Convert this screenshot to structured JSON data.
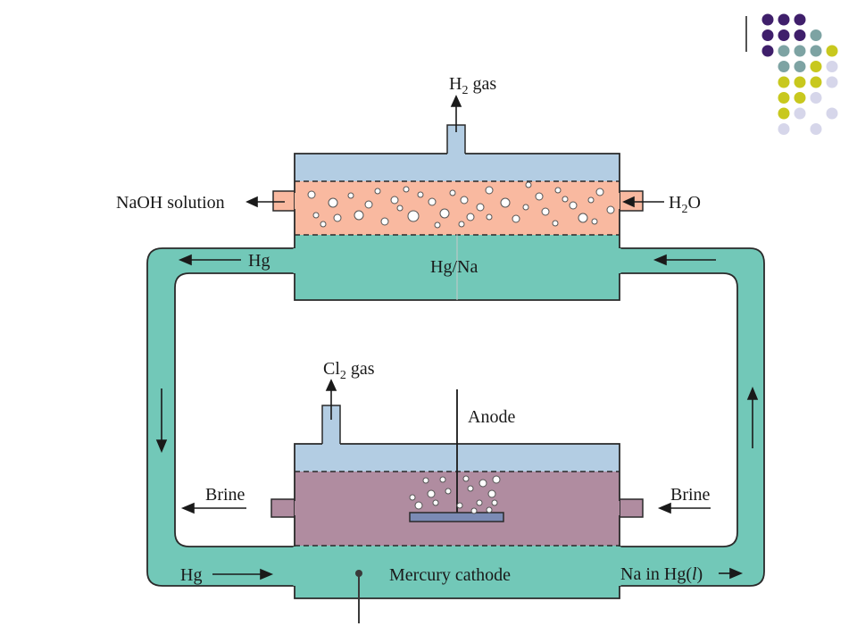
{
  "diagram": {
    "labels": {
      "h2_gas": {
        "main": "H",
        "sub": "2",
        "rest": " gas"
      },
      "naoh_solution": "NaOH solution",
      "h2o": {
        "main": "H",
        "sub": "2",
        "rest": "O"
      },
      "hg_top": "Hg",
      "hg_na": "Hg/Na",
      "cl2_gas": {
        "main": "Cl",
        "sub": "2",
        "rest": " gas"
      },
      "anode": "Anode",
      "brine_left": "Brine",
      "brine_right": "Brine",
      "hg_bottom": "Hg",
      "mercury_cathode": "Mercury cathode",
      "na_in_hg": {
        "pre": "Na in Hg(",
        "ital": "l",
        "post": ")"
      }
    },
    "colors": {
      "gas_space": "#b3cde3",
      "naoh_solution": "#f9b9a0",
      "mercury": "#72c8b8",
      "brine": "#b08ca0",
      "electrode": "#7b8bb5",
      "outline": "#2a2a2a",
      "text": "#1a1a1a"
    }
  },
  "decoration": {
    "dot_grid_colors": [
      "#3f1f6b",
      "#7da3a3",
      "#c8c81e",
      "#d6d6ea"
    ]
  }
}
